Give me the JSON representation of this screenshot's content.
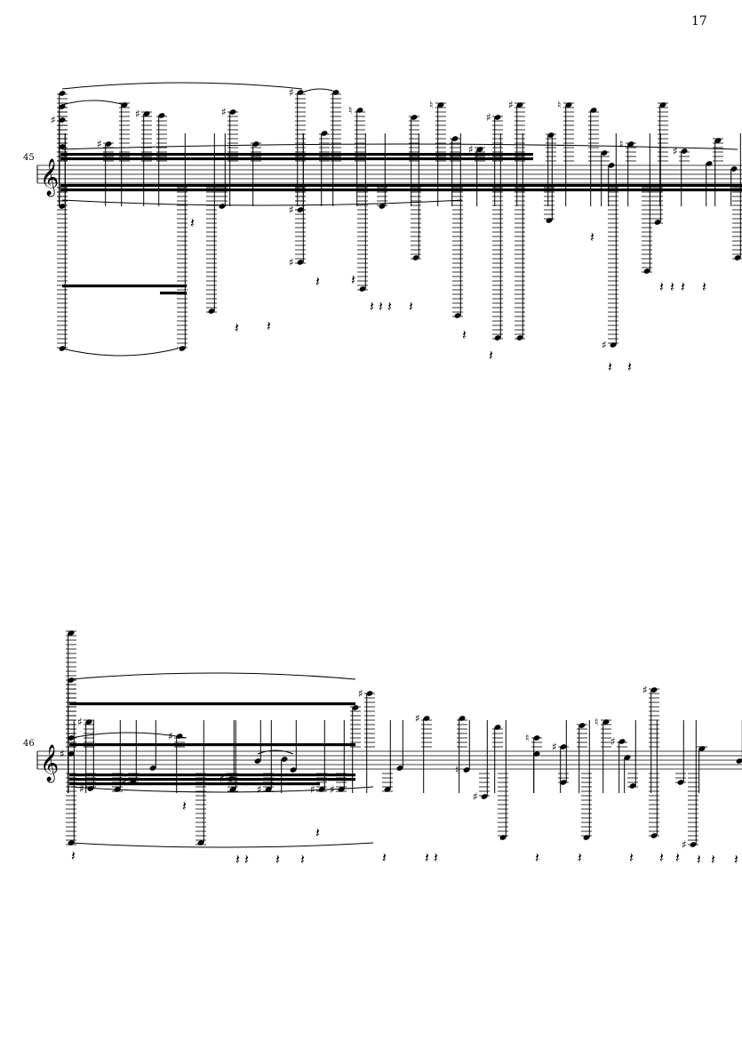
{
  "page": {
    "number": "17"
  },
  "systems": [
    {
      "measure_number": "45",
      "clef": "treble"
    },
    {
      "measure_number": "46",
      "clef": "treble"
    }
  ]
}
